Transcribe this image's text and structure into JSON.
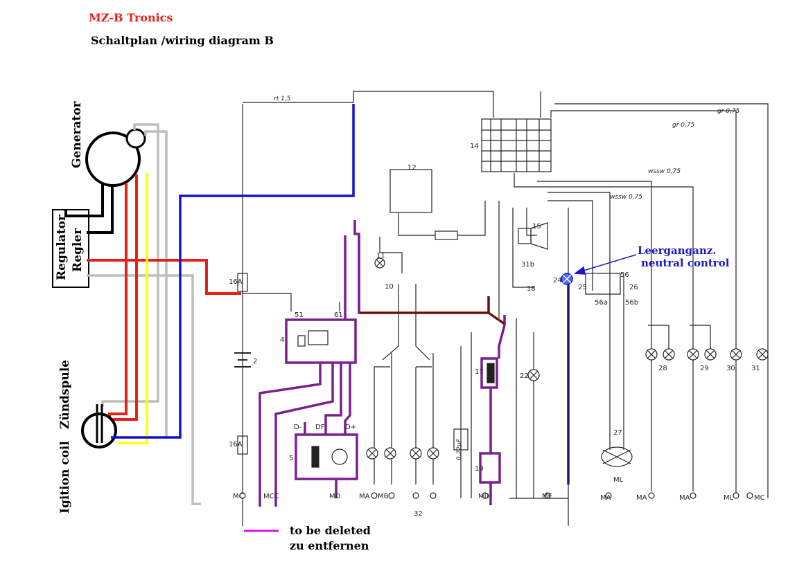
{
  "header": {
    "brand": "MZ-B Tronics",
    "subtitle": "Schaltplan /wiring diagram B"
  },
  "components": {
    "generator": "Generator",
    "regulator": "Regulator",
    "regler": "Regler",
    "zuendspule": "Zündspule",
    "ignition_coil": "Igition coil"
  },
  "annotation": {
    "line1": "Leerganganz.",
    "line2": "neutral control"
  },
  "legend": {
    "line1": "to be deleted",
    "line2": "zu entfernen"
  },
  "schematic_labels": {
    "wire_rt15": "rt 1,5",
    "wire_gr075_a": "gr 0,75",
    "wire_gr075_b": "gr 0,75",
    "wire_wssw": "wssw 0,75",
    "wire_wssw2": "wssw 0,75",
    "fuse_16a": "16A",
    "fuse_16a_b": "16A",
    "battery": "2",
    "switch_14": "14",
    "relay_12": "12",
    "lamp_11": "11",
    "part_10": "10",
    "part_4": "4",
    "part_5": "5",
    "part_15": "15",
    "part_17": "17",
    "part_18": "18",
    "part_19": "19",
    "part_22": "22",
    "part_24": "24",
    "part_25": "25",
    "part_26": "26",
    "part_27": "27",
    "part_28": "28",
    "part_29": "29",
    "part_30": "30",
    "part_31": "31",
    "part_32": "32",
    "term_51": "51",
    "term_61": "61",
    "term_DF": "DF",
    "term_Dminus": "D-",
    "term_Dplus": "D+",
    "term_31b": "31b",
    "term_56": "56",
    "term_56a": "56a",
    "term_56b": "56b",
    "gnd_MC": "MC",
    "gnd_MD": "MD",
    "gnd_MA": "MA",
    "gnd_MB": "MB",
    "gnd_ME": "ME",
    "gnd_ML": "ML",
    "gnd_MCC": "MCC",
    "cap_022": "0,22µF"
  },
  "colors": {
    "red": "#e8201c",
    "blue": "#1010d0",
    "yellow": "#ffff00",
    "gray": "#bdbdbd",
    "purple": "#7a1f8f",
    "maroon": "#6b0f0f",
    "magenta": "#e010e0",
    "annotation_blue": "#1c16c8"
  }
}
